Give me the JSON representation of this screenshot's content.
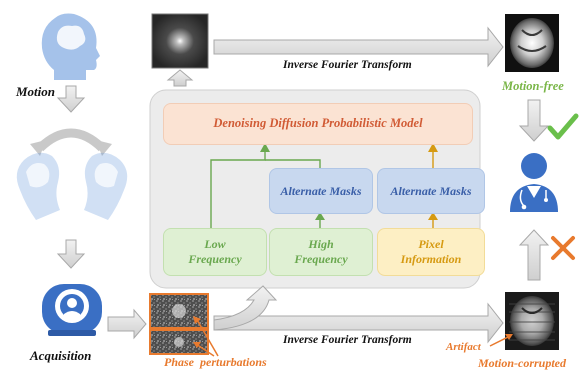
{
  "left": {
    "motion_label": "Motion",
    "acquisition_label": "Acquisition"
  },
  "top": {
    "ift_label": "Inverse Fourier Transform",
    "output_label": "Motion-free"
  },
  "bottom": {
    "ift_label": "Inverse Fourier Transform",
    "phase_label": "Phase  perturbations",
    "artifact_label": "Artifact",
    "output_label": "Motion-corrupted"
  },
  "model": {
    "ddpm_label": "Denoising Diffusion Probabilistic Model",
    "mask1_label": "Alternate Masks",
    "mask2_label": "Alternate Masks",
    "low_freq_label": "Low Frequency",
    "high_freq_label": "High Frequency",
    "pixel_label": "Pixel Information"
  },
  "verdicts": {
    "accept_icon": "check-icon",
    "reject_icon": "cross-icon"
  },
  "colors": {
    "accent_blue": "#5b8fd9",
    "ddpm_fill": "#fbe3d3",
    "ddpm_text": "#d15b35",
    "mask_fill": "#c8d8ef",
    "mask_text": "#3a5fa8",
    "low_high_fill": "#dff0d3",
    "low_high_text": "#6aa84f",
    "pixel_fill": "#fdefc4",
    "pixel_text": "#d69a12",
    "check_green": "#6abf4b",
    "cross_orange": "#e87a2e",
    "output_green": "#7ab648",
    "output_orange": "#e87a2e"
  }
}
